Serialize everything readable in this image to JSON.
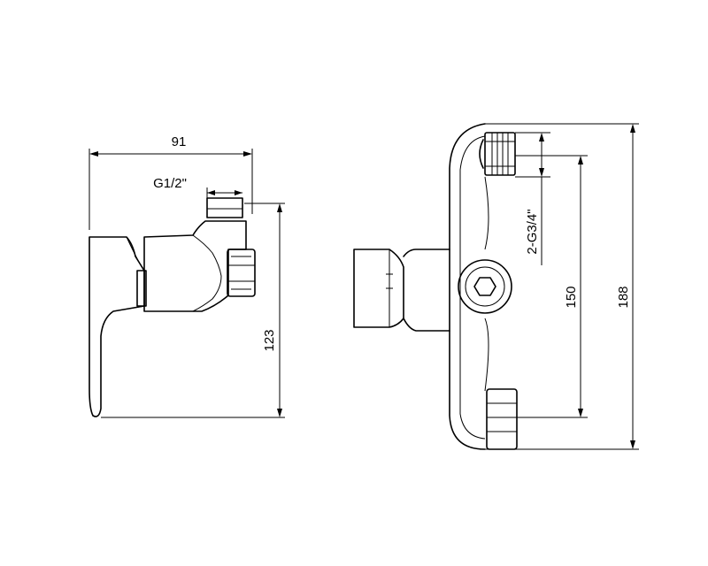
{
  "side_view": {
    "width_label": "91",
    "thread_label": "G1/2\"",
    "height_label": "123"
  },
  "front_view": {
    "outlet_label": "2-G3/4\"",
    "spacing_label": "150",
    "overall_height_label": "188"
  }
}
